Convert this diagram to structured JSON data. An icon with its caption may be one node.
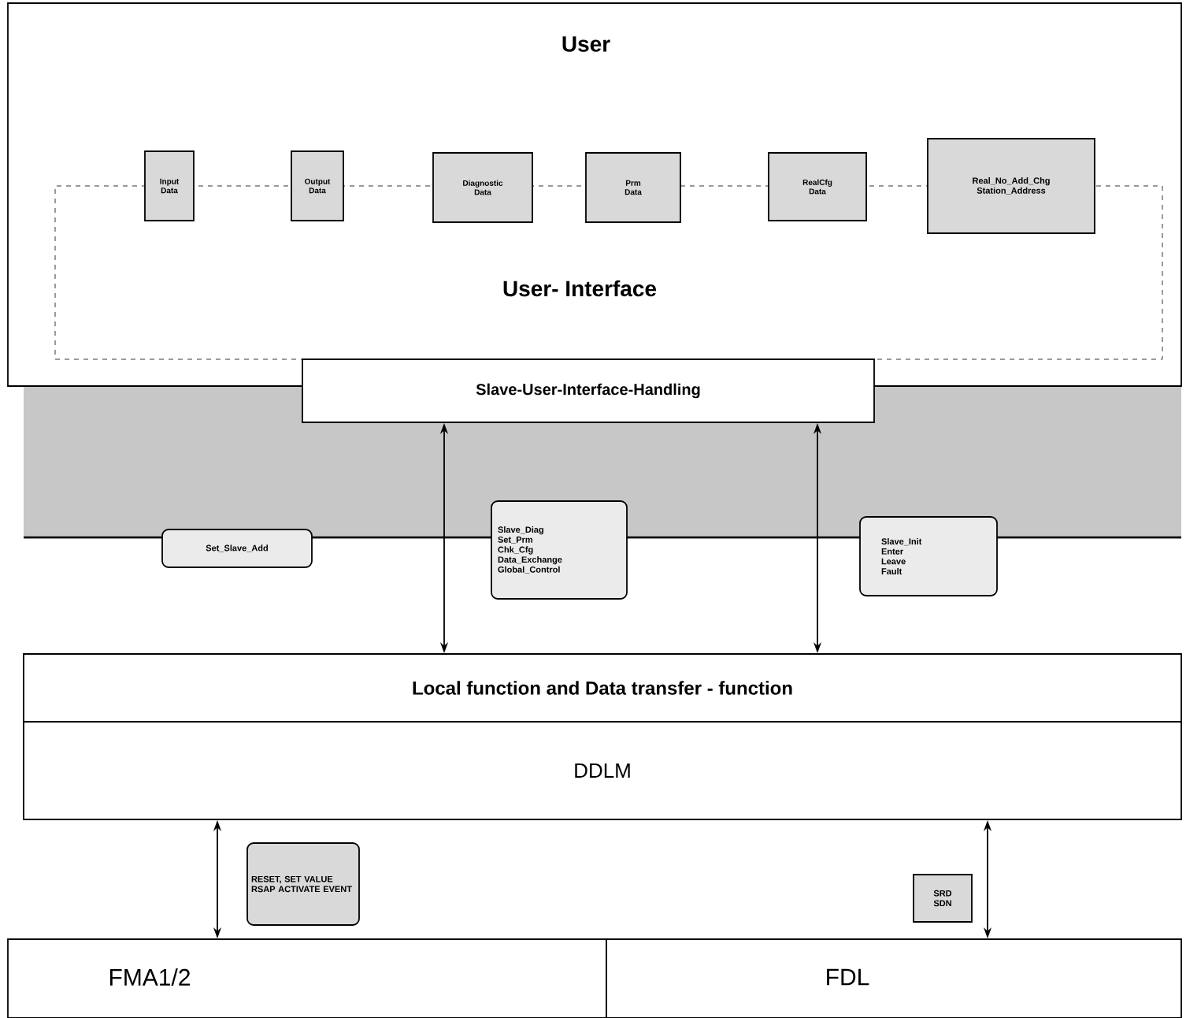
{
  "diagram": {
    "nodes": [
      {
        "text": [
          "User"
        ]
      },
      {
        "text": [
          "User- Interface"
        ],
        "in": 0
      },
      {
        "text": [
          "Input Data"
        ],
        "in": 0
      },
      {
        "text": [
          "Output Data"
        ],
        "in": 0
      },
      {
        "text": [
          "Diagnostic Data"
        ],
        "in": 0
      },
      {
        "text": [
          "Prm Data"
        ],
        "in": 0
      },
      {
        "text": [
          "RealCfg Data"
        ],
        "in": 0
      },
      {
        "text": [
          "Real_No_Add_Chg Station_Address"
        ],
        "in": 0
      },
      {
        "text": [
          "Slave-User-Interface-Handling"
        ]
      },
      {
        "text": [
          "Set_Slave_Add"
        ]
      },
      {
        "text": [
          "Slave_Diag Set_Prm Chk_Cfg Data_Exchange Global_Control"
        ]
      },
      {
        "text": [
          "Slave_Init Enter Leave Fault"
        ]
      },
      {
        "text": [
          "Local function and Data transfer - function"
        ]
      },
      {
        "text": [
          "DDLM"
        ]
      },
      {
        "text": [
          "RESET, SET VALUE RSAP ACTIVATE EVENT"
        ]
      },
      {
        "text": [
          "SRD SDN"
        ]
      },
      {
        "text": [
          "FMA1/2"
        ]
      },
      {
        "text": [
          "FDL"
        ]
      }
    ],
    "edges": [
      {
        "from": 8,
        "to": 12,
        "arrow": "both"
      },
      {
        "from": 8,
        "to": 12,
        "arrow": "both"
      },
      {
        "from": 13,
        "to": 16,
        "arrow": "both"
      },
      {
        "from": 13,
        "to": 17,
        "arrow": "both"
      }
    ]
  }
}
